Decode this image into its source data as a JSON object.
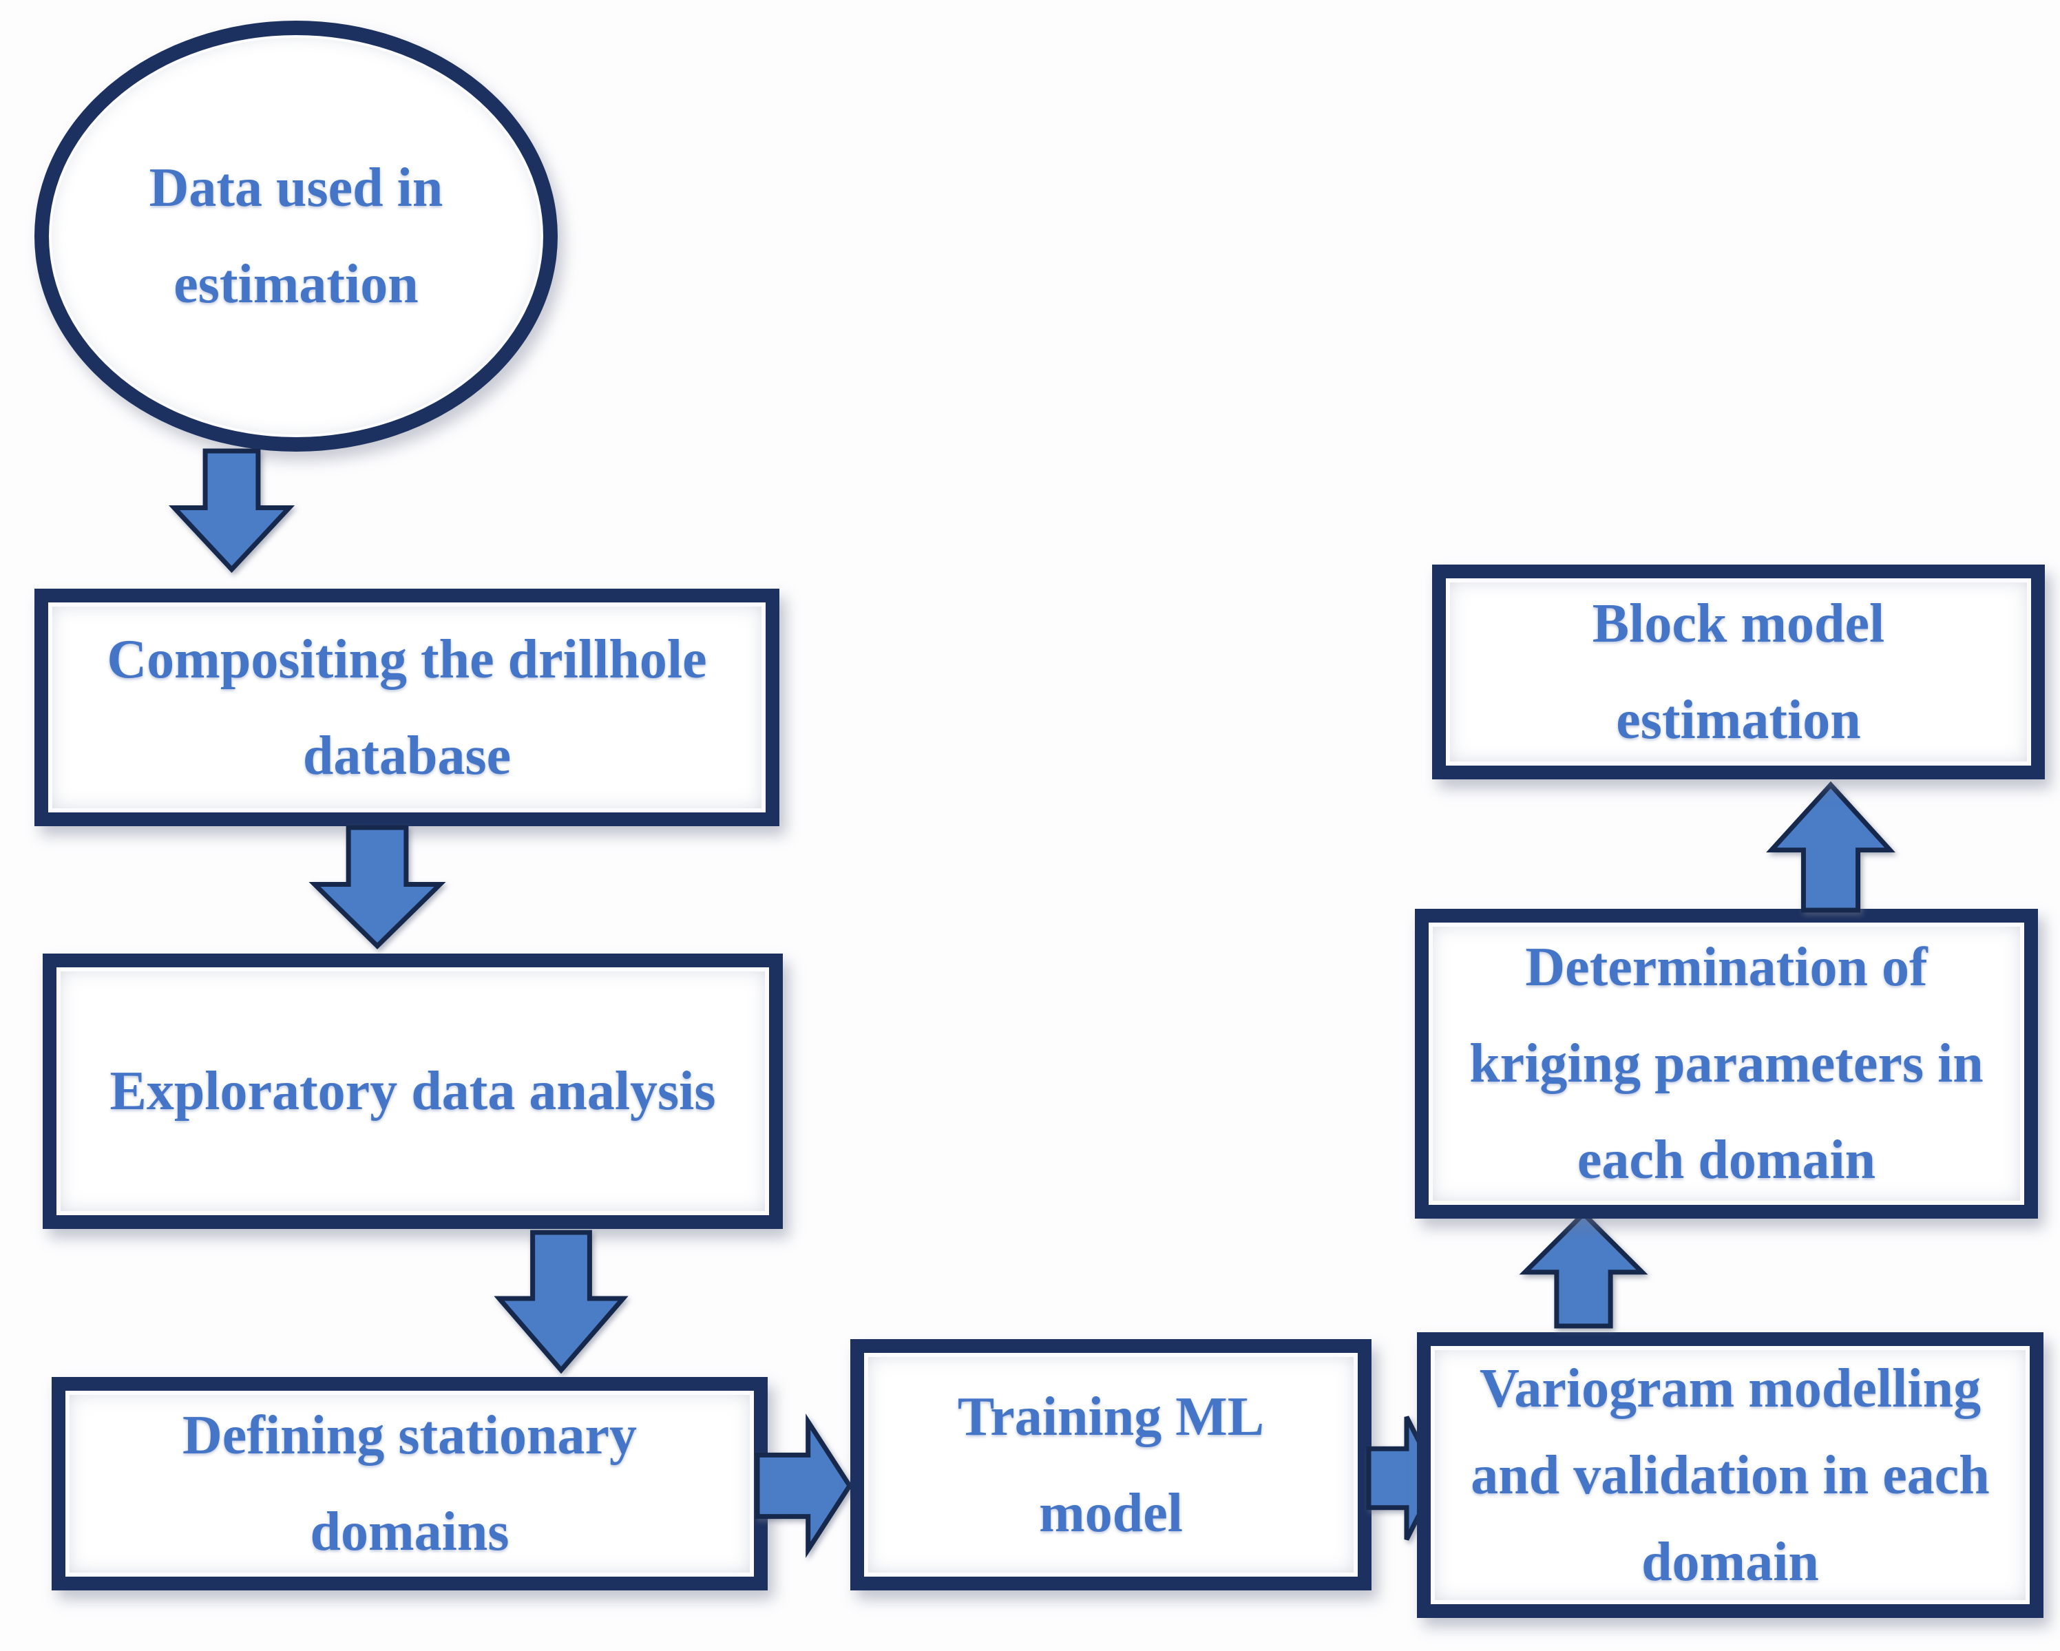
{
  "diagram": {
    "type": "flowchart",
    "colors": {
      "node_border": "#1c3160",
      "node_fill": "#ffffff",
      "text_color": "#4575c7",
      "arrow_fill": "#4b7cc6",
      "arrow_outline": "#16294d",
      "page_bg": "#fdfdfe"
    },
    "nodes": [
      {
        "id": "data-used-in-estimation",
        "shape": "ellipse",
        "lines": [
          "Data used in",
          "estimation"
        ]
      },
      {
        "id": "compositing-drillhole-database",
        "shape": "rect",
        "lines": [
          "Compositing the drillhole",
          "database"
        ]
      },
      {
        "id": "exploratory-data-analysis",
        "shape": "rect",
        "lines": [
          "Exploratory data analysis"
        ]
      },
      {
        "id": "defining-stationary-domains",
        "shape": "rect",
        "lines": [
          "Defining stationary",
          "domains"
        ]
      },
      {
        "id": "training-ml-model",
        "shape": "rect",
        "lines": [
          "Training ML",
          "model"
        ]
      },
      {
        "id": "variogram-modelling-validation",
        "shape": "rect",
        "lines": [
          "Variogram modelling",
          "and validation in each",
          "domain"
        ]
      },
      {
        "id": "determination-kriging-parameters",
        "shape": "rect",
        "lines": [
          "Determination of",
          "kriging parameters in",
          "each domain"
        ]
      },
      {
        "id": "block-model-estimation",
        "shape": "rect",
        "lines": [
          "Block model",
          "estimation"
        ]
      }
    ],
    "edges": [
      {
        "from": "data-used-in-estimation",
        "to": "compositing-drillhole-database",
        "direction": "down"
      },
      {
        "from": "compositing-drillhole-database",
        "to": "exploratory-data-analysis",
        "direction": "down"
      },
      {
        "from": "exploratory-data-analysis",
        "to": "defining-stationary-domains",
        "direction": "down"
      },
      {
        "from": "defining-stationary-domains",
        "to": "training-ml-model",
        "direction": "right"
      },
      {
        "from": "training-ml-model",
        "to": "variogram-modelling-validation",
        "direction": "right"
      },
      {
        "from": "variogram-modelling-validation",
        "to": "determination-kriging-parameters",
        "direction": "up"
      },
      {
        "from": "determination-kriging-parameters",
        "to": "block-model-estimation",
        "direction": "up"
      }
    ]
  }
}
